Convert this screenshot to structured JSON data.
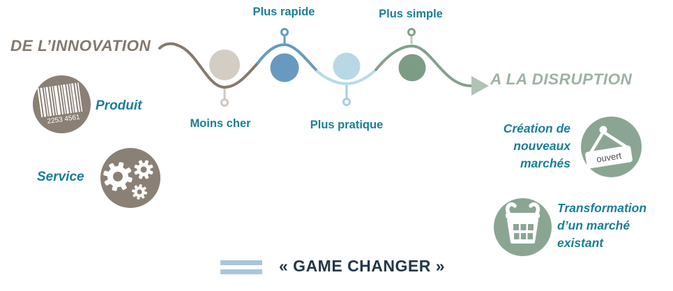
{
  "left_section": {
    "title": "DE L’INNOVATION",
    "items": [
      {
        "label": "Produit",
        "icon": "barcode-icon",
        "barcode_number": "2253  4561"
      },
      {
        "label": "Service",
        "icon": "gears-icon"
      }
    ]
  },
  "wave": {
    "nodes": [
      {
        "label": "Moins cher",
        "label_position": "below",
        "color": "#d3cdc4"
      },
      {
        "label": "Plus rapide",
        "label_position": "above",
        "color": "#6899bf"
      },
      {
        "label": "Plus pratique",
        "label_position": "below",
        "color": "#b8d8e5"
      },
      {
        "label": "Plus simple",
        "label_position": "above",
        "color": "#7d9c86"
      }
    ]
  },
  "right_section": {
    "title": "A LA DISRUPTION",
    "items": [
      {
        "label": "Création de nouveaux marchés",
        "icon": "open-sign-icon",
        "sign_text": "ouvert"
      },
      {
        "label": "Transformation d’un marché existant",
        "icon": "basket-icon"
      }
    ]
  },
  "footer": {
    "label": "« GAME CHANGER »",
    "icon": "equals-bars-icon"
  },
  "colors": {
    "teal_text": "#1a7e98",
    "innovation_text": "#83786e",
    "disruption_text": "#9db2a3",
    "navy_text": "#24374a",
    "wave_brown": "#85796d",
    "wave_blue": "#649bc4",
    "wave_lightblue": "#b8dae6",
    "wave_green": "#84a18c",
    "arrow": "#b0c3b5",
    "taupe_circle": "#8b8075",
    "sage_circle": "#8aa693",
    "bars_blue": "#a9c6d9"
  }
}
